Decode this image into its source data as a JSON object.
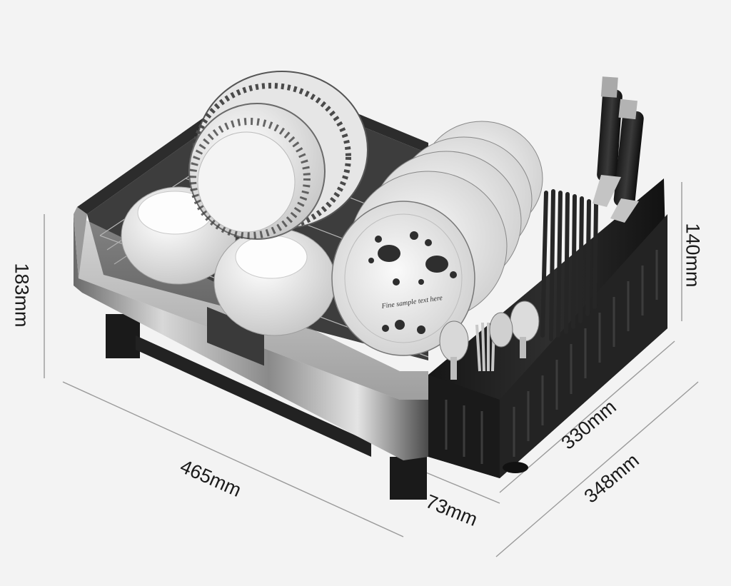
{
  "dimensions": {
    "height_total": "183mm",
    "height_holder": "140mm",
    "length": "465mm",
    "width_inner": "330mm",
    "width_outer": "348mm",
    "offset": "73mm"
  },
  "plate_text": "Fine sample text here",
  "colors": {
    "background": "#f3f3f3",
    "steel_dark": "#2a2a2a",
    "steel_light": "#cfcfcf",
    "holder": "#1e1e1e",
    "dim_line": "#9a9a9a"
  }
}
